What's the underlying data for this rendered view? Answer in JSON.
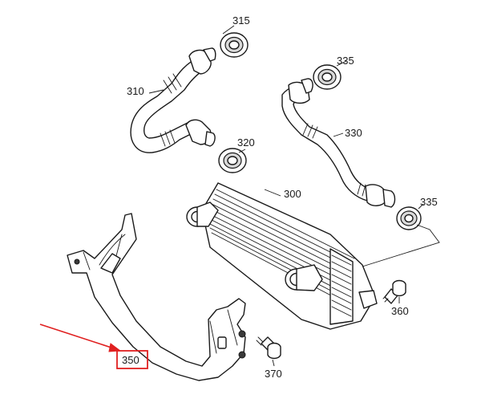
{
  "labels": {
    "p300": "300",
    "p310": "310",
    "p315": "315",
    "p320": "320",
    "p330": "330",
    "p335a": "335",
    "p335b": "335",
    "p350": "350",
    "p360": "360",
    "p370": "370"
  },
  "colors": {
    "line": "#1a1a1a",
    "highlight": "#e02020",
    "background": "#ffffff"
  },
  "highlighted_part": "350"
}
